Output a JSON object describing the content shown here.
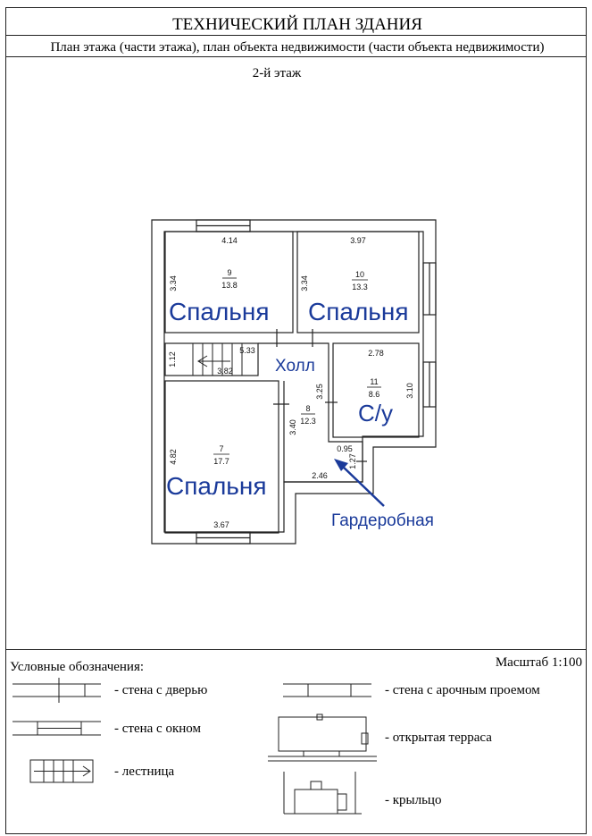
{
  "header": {
    "title": "ТЕХНИЧЕСКИЙ ПЛАН ЗДАНИЯ",
    "subtitle": "План этажа (части этажа), план объекта недвижимости (части объекта недвижимости)"
  },
  "plan": {
    "floor": "2-й этаж",
    "rooms": [
      {
        "number": "9",
        "area": "13.8",
        "name": "Спальня",
        "width": "4.14",
        "depth": "3.34"
      },
      {
        "number": "10",
        "area": "13.3",
        "name": "Спальня",
        "width": "3.97",
        "depth": "3.34"
      },
      {
        "number": "11",
        "area": "8.6",
        "name": "С/у",
        "width": "2.78",
        "depth": "3.10"
      },
      {
        "number": "8",
        "area": "12.3",
        "name": "Холл",
        "depth_a": "3.25",
        "depth_b": "3.40",
        "width": "2.46"
      },
      {
        "number": "7",
        "area": "17.7",
        "name": "Спальня",
        "width": "3.67",
        "depth": "4.82"
      }
    ],
    "stair": {
      "width": "3.82",
      "length": "5.33",
      "depth": "1.12"
    },
    "wardrobe": {
      "name": "Гардеробная",
      "width": "0.95",
      "depth": "1.27"
    }
  },
  "legend": {
    "title": "Условные обозначения:",
    "scale": "Масштаб 1:100",
    "items": [
      {
        "symbol": "wall-door",
        "label": "- стена с дверью"
      },
      {
        "symbol": "wall-arch",
        "label": "- стена с арочным проемом"
      },
      {
        "symbol": "wall-window",
        "label": "- стена с окном"
      },
      {
        "symbol": "open-terrace",
        "label": "- открытая терраса"
      },
      {
        "symbol": "stairs",
        "label": "- лестница"
      },
      {
        "symbol": "porch",
        "label": "- крыльцо"
      }
    ]
  },
  "colors": {
    "annotation": "#1a3a9a",
    "line": "#222222"
  }
}
